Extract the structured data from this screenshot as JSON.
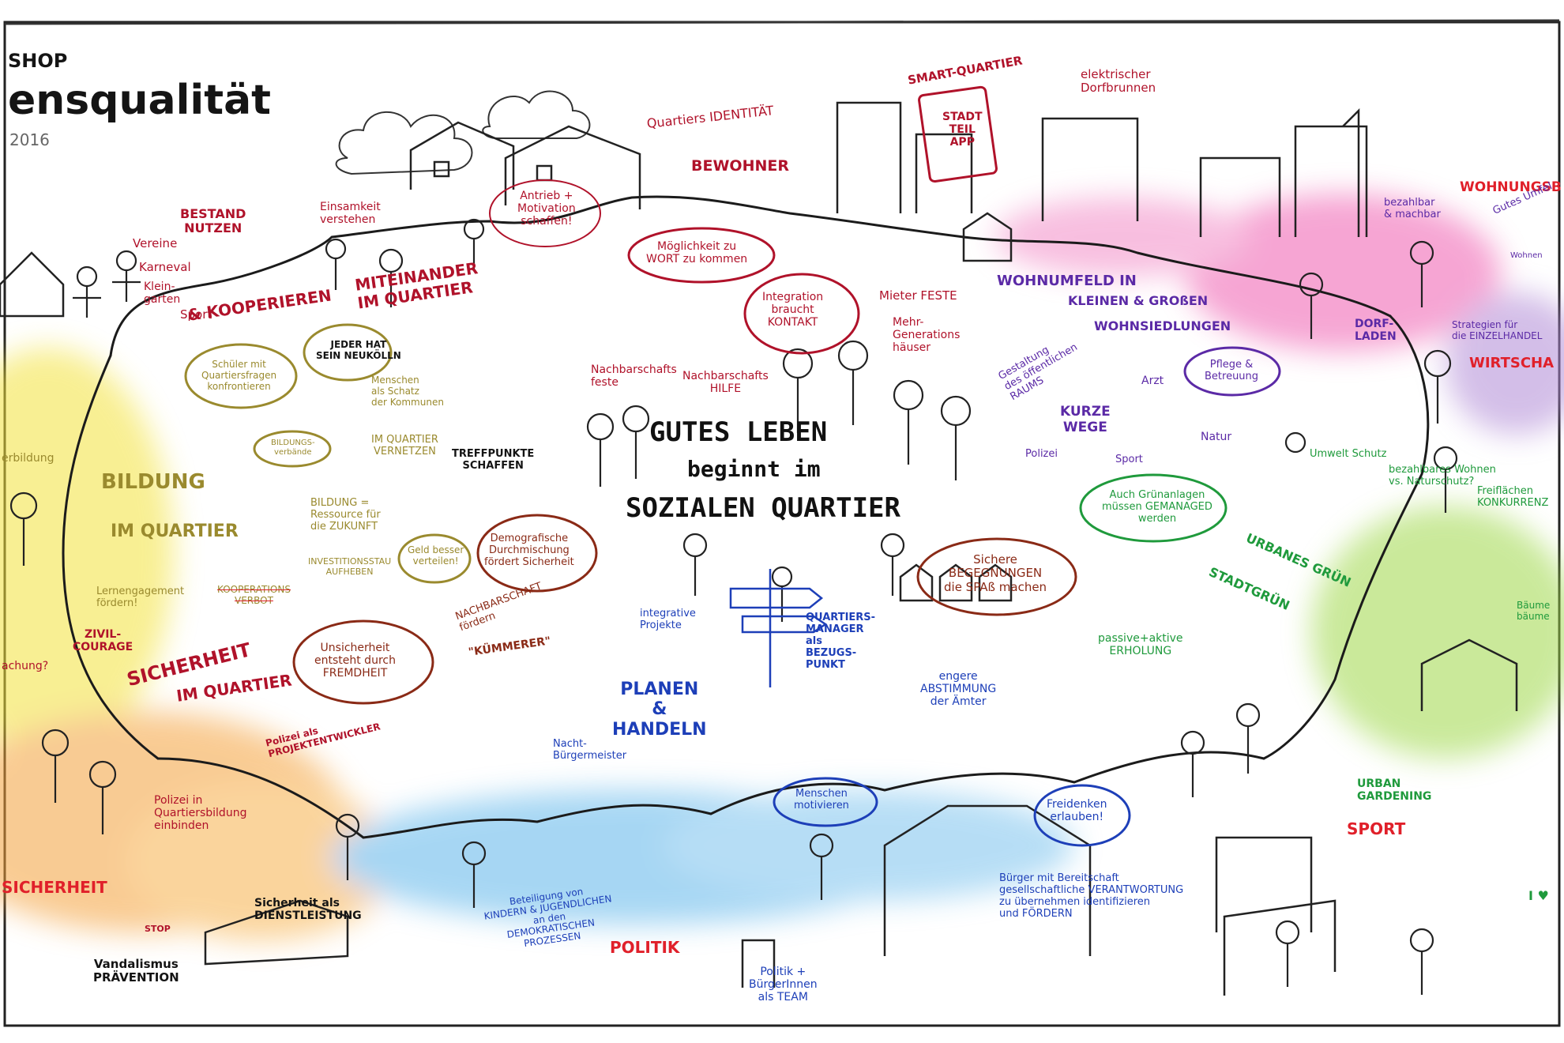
{
  "colors": {
    "dark_red": "#b0122a",
    "red": "#e0202a",
    "olive": "#9a8a2e",
    "purple": "#5b2aa6",
    "blue": "#1d3fb8",
    "green": "#1f9a3c",
    "brown": "#8a2a16",
    "black": "#141414",
    "orange_wash": "#f4a13a",
    "yellow_wash": "#f3e23a",
    "blue_wash": "#5fb6ea",
    "pink_wash": "#ef5db0",
    "green_wash": "#9fd84a"
  },
  "header": {
    "title_line1": "SHOP",
    "title_line2": "ensqualität",
    "year": "2016"
  },
  "center": {
    "line1": "GUTES LEBEN",
    "line2": "beginnt im",
    "line3": "SOZIALEN QUARTIER"
  },
  "labels": {
    "bestand": "BESTAND\nNUTZEN",
    "vereine": "Vereine",
    "karneval": "Karneval",
    "kleingarten": "Klein-\ngarten",
    "sport_koop": "Sport",
    "kooperieren": "& KOOPERIEREN",
    "einsamkeit": "Einsamkeit\nverstehen",
    "antrieb": "Antrieb +\nMotivation\nschaffen!",
    "quartiers_identitaet": "Quartiers IDENTITÄT",
    "bewohner": "BEWOHNER",
    "moeglichkeit": "Möglichkeit zu\nWORT zu kommen",
    "integration": "Integration\nbraucht\nKONTAKT",
    "smart_quartier": "SMART-QUARTIER",
    "stadtteil_app": "STADT\nTEIL\nAPP",
    "dorfbrunnen": "elektrischer\nDorfbrunnen",
    "mieter_feste": "Mieter FESTE",
    "mehr_generationen": "Mehr-\nGenerations\nhäuser",
    "wohnumfeld": "WOHNUMFELD IN",
    "kleinen_grossen": "KLEINEN & GROßEN",
    "wohnsiedlungen": "WOHNSIEDLUNGEN",
    "gestaltung": "Gestaltung\ndes öffentlichen\nRAUMS",
    "arzt": "Arzt",
    "pflege": "Pflege &\nBetreuung",
    "kurze_wege": "KURZE\nWEGE",
    "natur": "Natur",
    "polizei_purple": "Polizei",
    "sport_purple": "Sport",
    "miteinander": "MITEINANDER\nIM QUARTIER",
    "nachbarschafts_feste": "Nachbarschafts\nfeste",
    "nachbarschafts_hilfe": "Nachbarschafts\nHILFE",
    "schueler": "Schüler mit\nQuartiersfragen\nkonfrontieren",
    "jeder_hat": "JEDER HAT\nSEIN NEUKÖLLN",
    "menschen_schatz": "Menschen\nals Schatz\nder Kommunen",
    "bildungs_verbaende": "BILDUNGS-\nverbände",
    "im_quartier_vernetzen": "IM QUARTIER\nVERNETZEN",
    "treffpunkte": "TREFFPUNKTE\nSCHAFFEN",
    "weiterbildung": "erbildung",
    "bildung": "BILDUNG",
    "im_quartier_bildung": "IM QUARTIER",
    "bildung_ressource": "BILDUNG =\nRessource für\ndie ZUKUNFT",
    "investitionsstau": "INVESTITIONSSTAU\nAUFHEBEN",
    "geld": "Geld besser\nverteilen!",
    "lernengagement": "Lernengagement\nfördern!",
    "kooperations_verbot": "KOOPERATIONS\nVERBOT",
    "demografische": "Demografische\nDurchmischung\nfördert Sicherheit",
    "zivilcourage": "ZIVIL-\nCOURAGE",
    "wachung": "achung?",
    "sicherheit": "SICHERHEIT",
    "im_quartier_sicherheit": "IM QUARTIER",
    "unsicherheit": "Unsicherheit\nentsteht durch\nFREMDHEIT",
    "nachbarschaft_foerdern": "NACHBARSCHAFT\nfördern",
    "kuemmerer": "\"KÜMMERER\"",
    "polizei_projekt": "Polizei als\nPROJEKTENTWICKLER",
    "polizei_einbinden": "Polizei in\nQuartiersbildung\neinbinden",
    "sicherheit_red": "SICHERHEIT",
    "sicherheit_dienst": "Sicherheit als\nDIENSTLEISTUNG",
    "vandalismus": "Vandalismus\nPRÄVENTION",
    "stop": "STOP",
    "integrative": "integrative\nProjekte",
    "quartiersmanager": "QUARTIERS-\nMANAGER\nals\nBEZUGS-\nPUNKT",
    "planen": "PLANEN\n&\nHANDELN",
    "nacht_buergermeister": "Nacht-\nBürgermeister",
    "menschen_motivieren": "Menschen\nmotivieren",
    "engere": "engere\nABSTIMMUNG\nder Ämter",
    "freidenken": "Freidenken\nerlauben!",
    "sichere_begegnungen": "Sichere\nBEGEGNUNGEN\ndie SPAß machen",
    "beteiligung": "Beteiligung von\nKINDERN & JUGENDLICHEN\nan den\nDEMOKRATISCHEN\nPROZESSEN",
    "politik": "POLITIK",
    "politik_team": "Politik +\nBürgerInnen\nals TEAM",
    "buerger": "Bürger mit Bereitschaft\ngesellschaftliche VERANTWORTUNG\nzu übernehmen identifizieren\nund FÖRDERN",
    "gruenanlagen": "Auch Grünanlagen\nmüssen GEMANAGED\nwerden",
    "urbanes_gruen": "URBANES GRÜN",
    "stadtgruen": "STADTGRÜN",
    "passive": "passive+aktive\nERHOLUNG",
    "urban_gardening": "URBAN\nGARDENING",
    "sport_red": "SPORT",
    "wohnungsbau": "WOHNUNGSB",
    "bezahlbar": "bezahlbar\n& machbar",
    "gutes_umfeld": "Gutes Umfel",
    "wohnen": "Wohnen",
    "dorf_laden": "DORF-\nLADEN",
    "strategien": "Strategien für\ndie EINZELHANDEL",
    "wirtschaft": "WIRTSCHA",
    "umweltschutz": "Umwelt Schutz",
    "bezahlbares_wohnen": "bezahlbares Wohnen\nvs. Naturschutz?",
    "freiflaechen": "Freiflächen\nKONKURRENZ",
    "baeume": "Bäume\nbäume",
    "i_love": "I ♥"
  }
}
